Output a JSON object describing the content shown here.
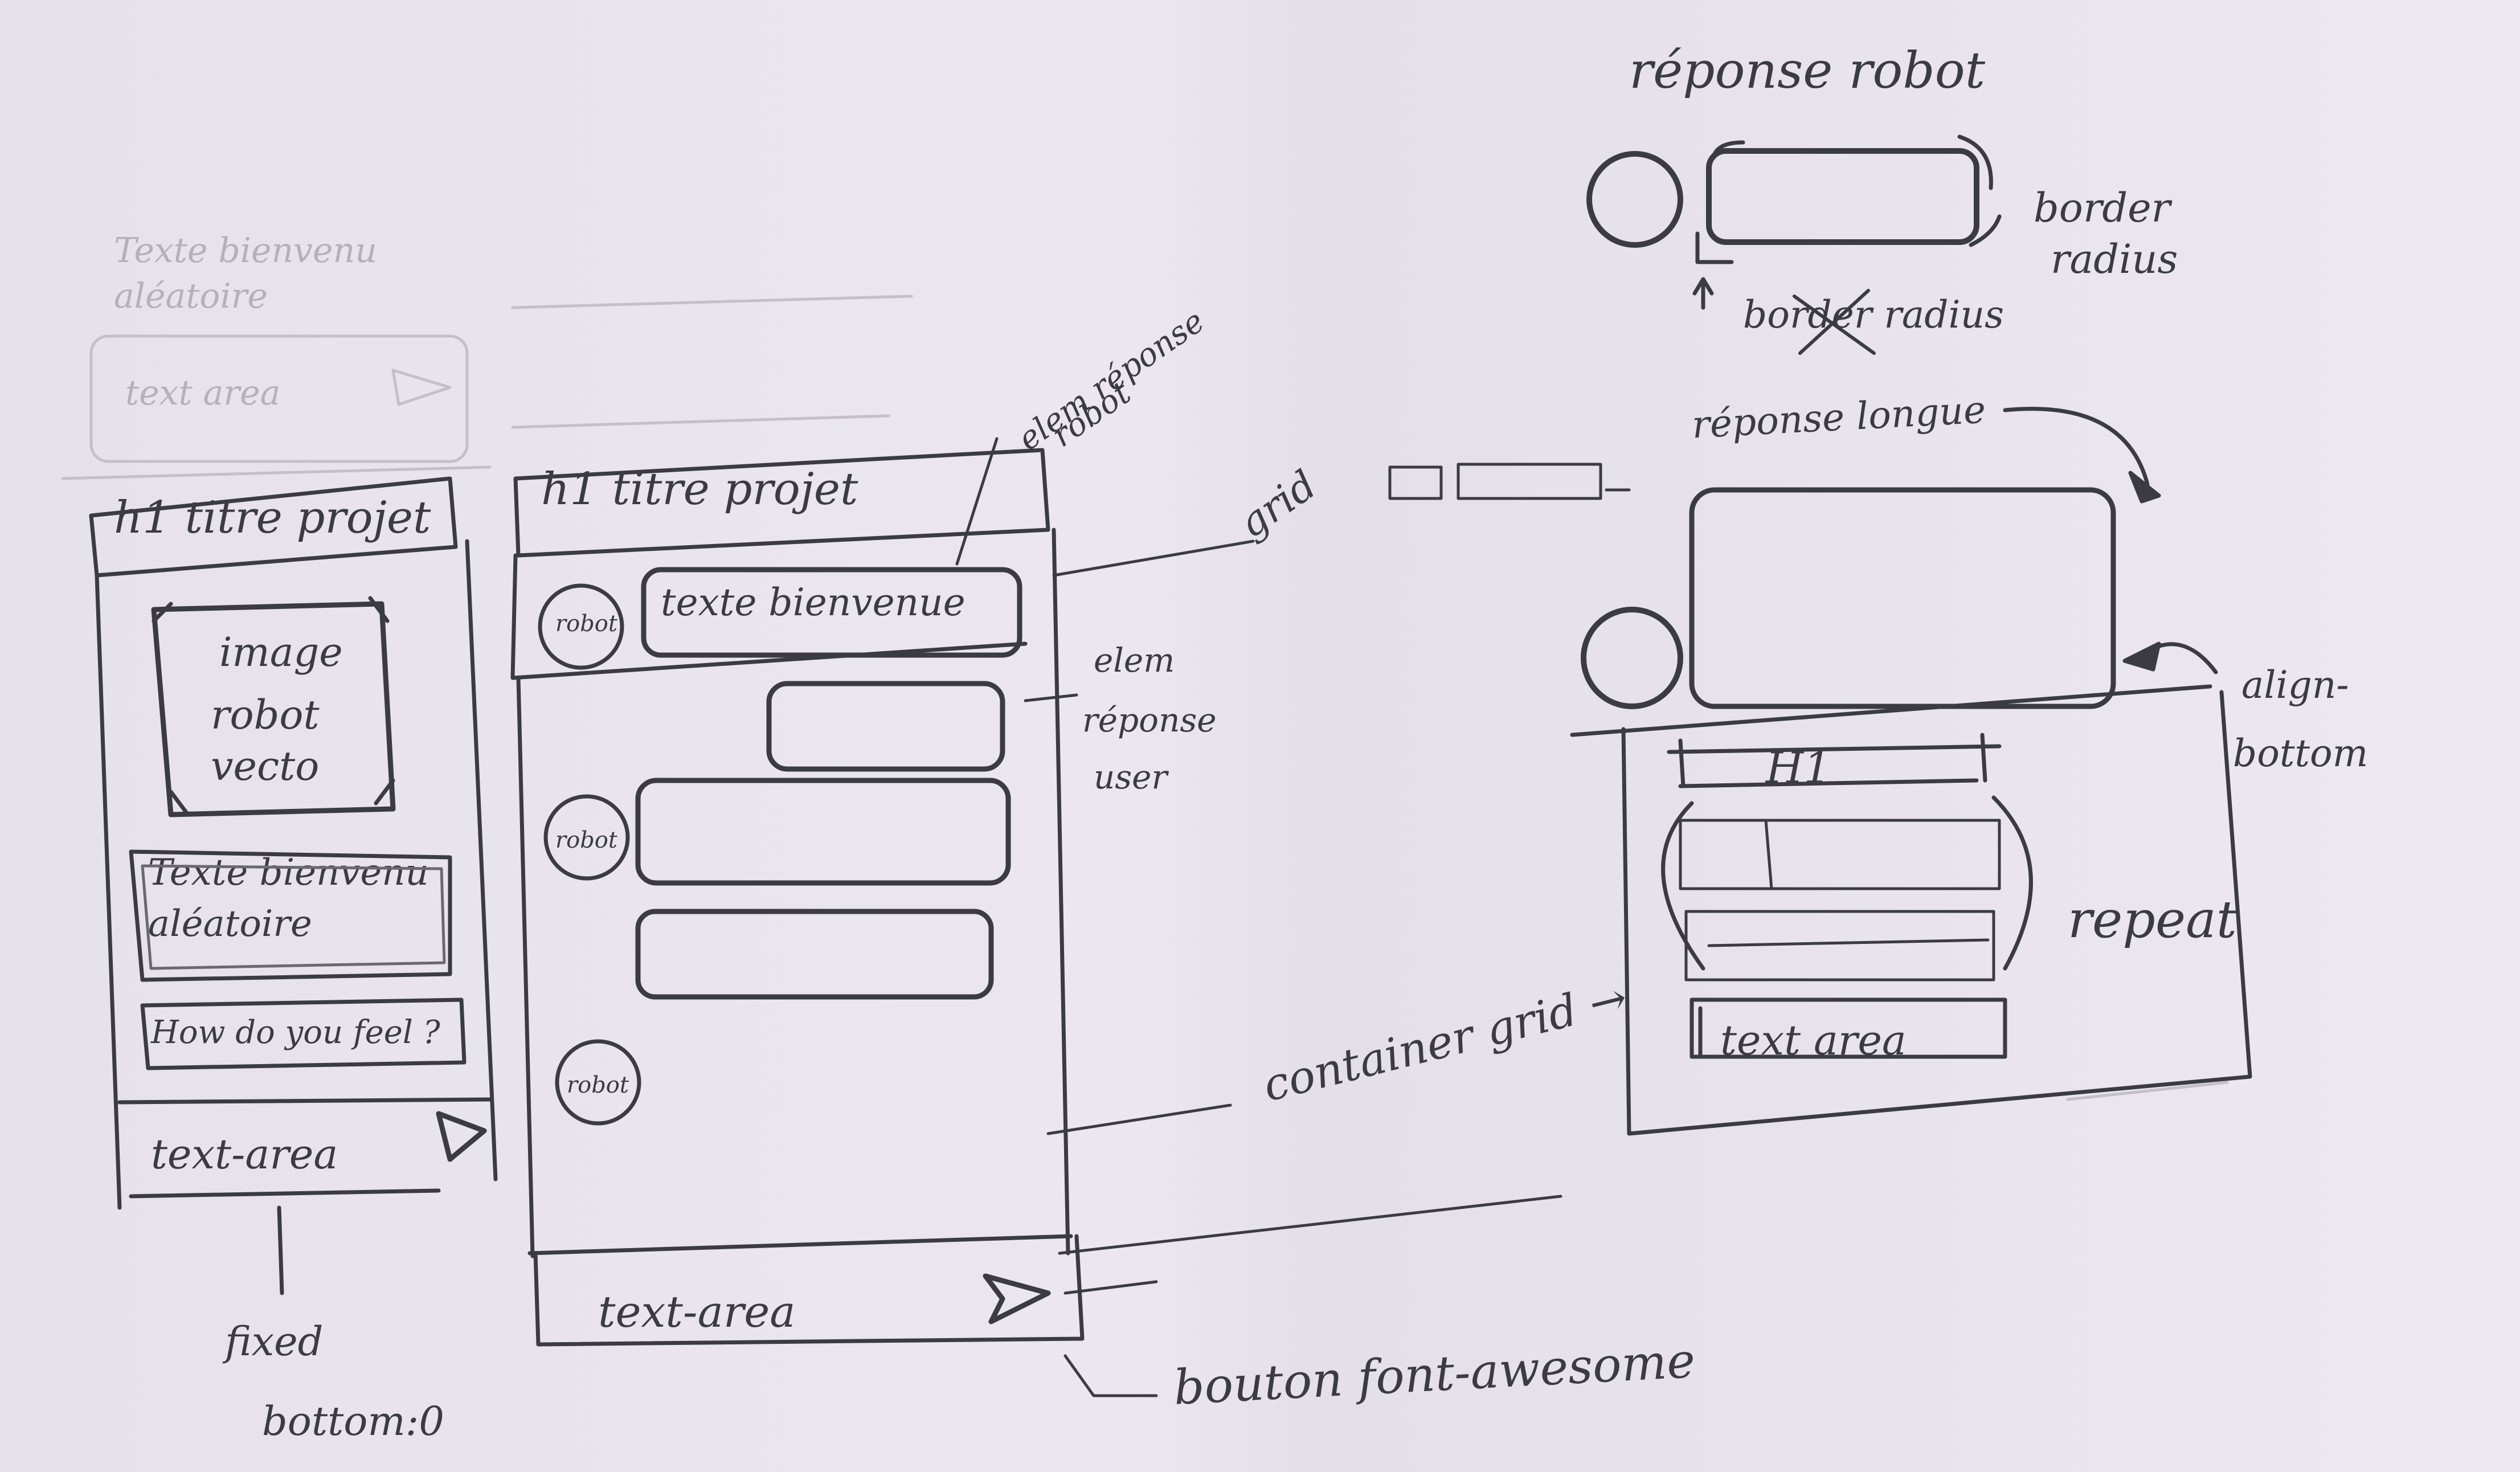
{
  "faint_sketch": {
    "welcome_random": [
      "Texte bienvenu",
      "aléatoire"
    ],
    "text_area": "text area"
  },
  "mobile_mockup": {
    "title": "h1 titre projet",
    "image": [
      "image",
      "robot",
      "vecto"
    ],
    "welcome_text": [
      "Texte bienvenu",
      "aléatoire"
    ],
    "question": "How do you feel ?",
    "input": "text-area",
    "note_fixed": [
      "fixed",
      "bottom:0"
    ]
  },
  "desktop_mockup": {
    "title": "h1 titre projet",
    "avatars": [
      "robot",
      "robot",
      "robot"
    ],
    "welcome_bubble": "texte bienvenue",
    "input": "text-area"
  },
  "annotations": {
    "robot_response_bubble": [
      "elem réponse",
      "robot"
    ],
    "grid": "grid",
    "user_response": [
      "elem",
      "réponse",
      "user"
    ],
    "container_grid": "container grid →",
    "button_font_awesome": "bouton font-awesome"
  },
  "right_notes": {
    "robot_response": "réponse robot",
    "border_radius_right": [
      "border",
      "radius"
    ],
    "border_radius_crossed": "border radius",
    "long_response": "réponse longue",
    "align_bottom": [
      "align-",
      "bottom"
    ],
    "h1": "H1",
    "repeat": "repeat",
    "text_area": "text area"
  },
  "colors": {
    "paper": "#ebe6ee",
    "pencil": "#3b3b42",
    "faint": "#b5b0ba"
  }
}
